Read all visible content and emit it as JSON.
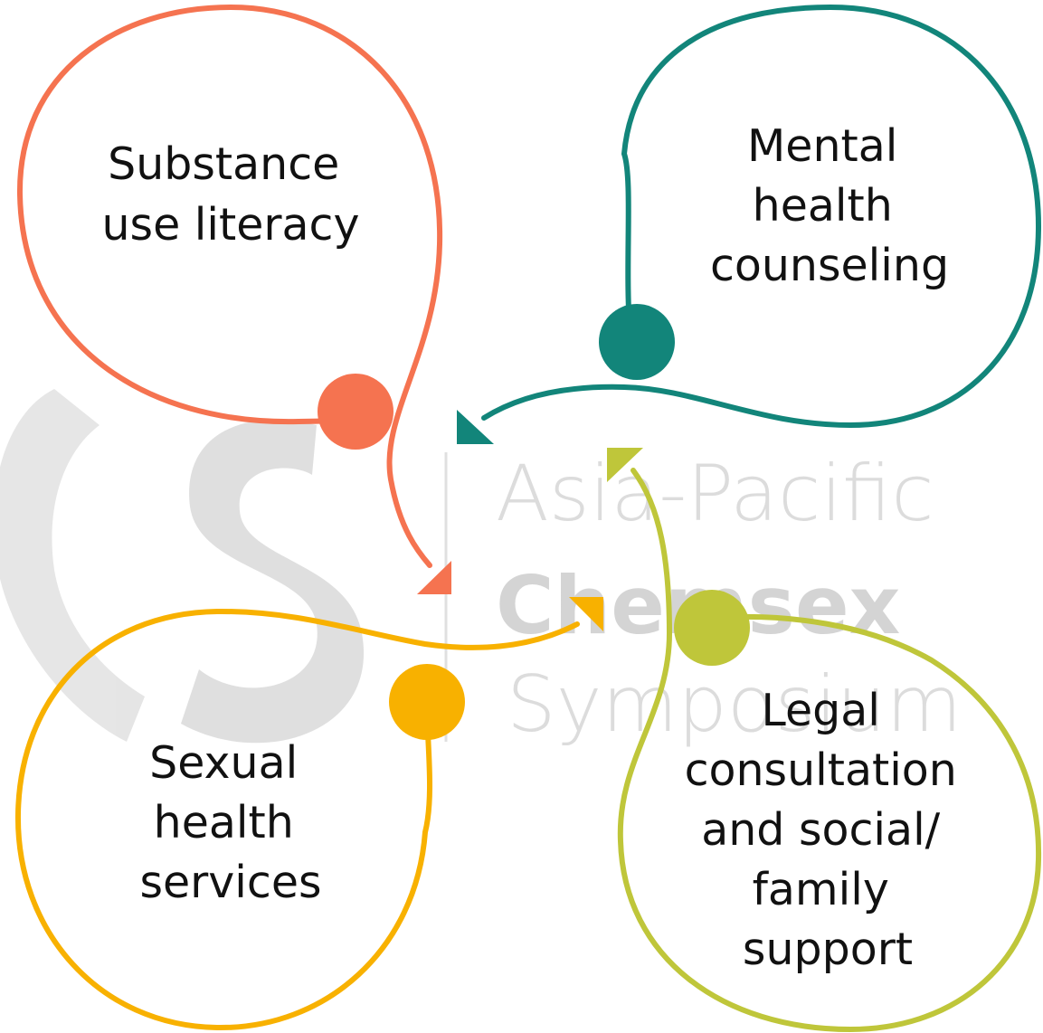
{
  "watermark": {
    "line1": "Asia-Pacific",
    "line2": "Chemsex",
    "line3": "Symposium"
  },
  "nodes": [
    {
      "id": "substance",
      "color": "#f57350",
      "lines": [
        "Substance",
        "use literacy"
      ]
    },
    {
      "id": "mental",
      "color": "#12857a",
      "lines": [
        "Mental",
        "health",
        "counseling"
      ]
    },
    {
      "id": "sexual",
      "color": "#f8b100",
      "lines": [
        "Sexual",
        "health",
        "services"
      ]
    },
    {
      "id": "legal",
      "color": "#bfc63a",
      "lines": [
        "Legal",
        "consultation",
        "and social/",
        "family",
        "support"
      ]
    }
  ],
  "colors": {
    "watermark": "#d9d9d9",
    "text": "#111111"
  }
}
